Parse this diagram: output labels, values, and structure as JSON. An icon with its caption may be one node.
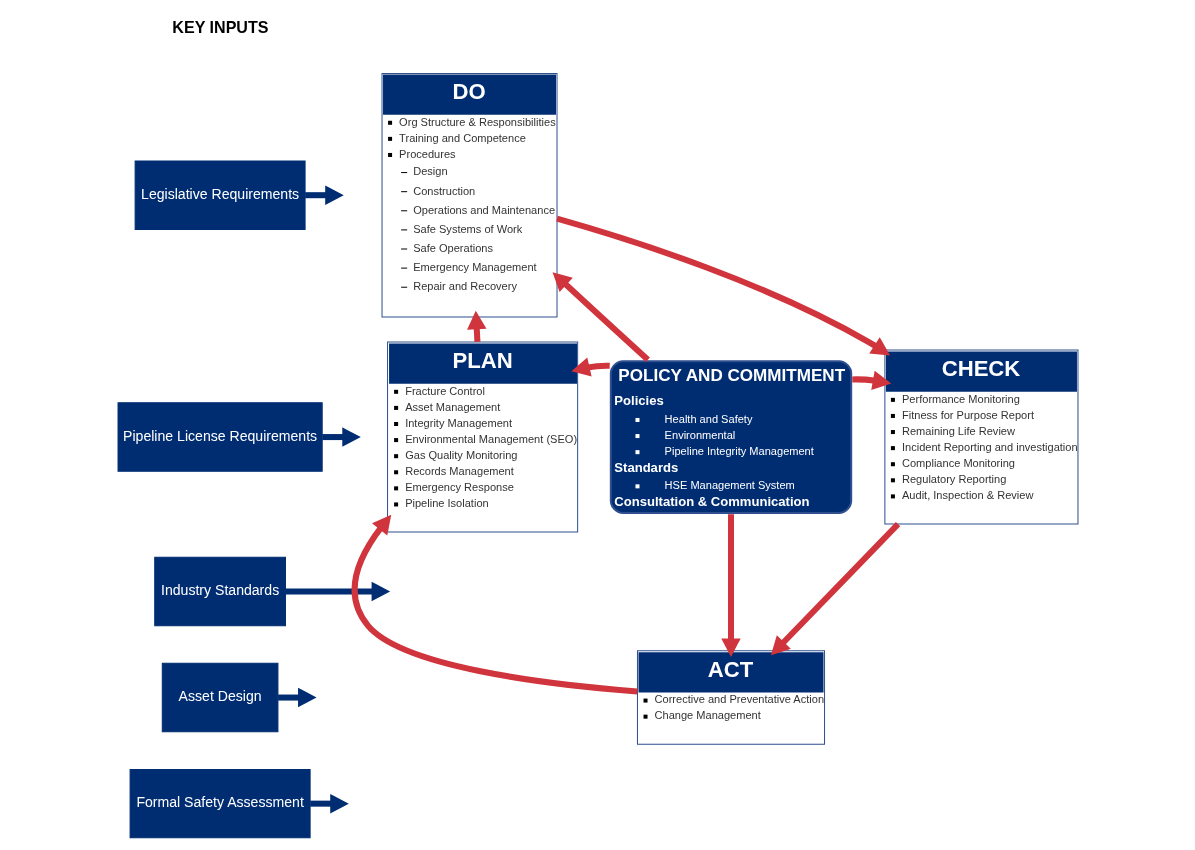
{
  "diagram": {
    "nodes": [
      {
        "text": [
          "Legislative Requirements"
        ]
      },
      {
        "text": [
          "Pipeline License Requirements"
        ]
      },
      {
        "text": [
          "Industry Standards"
        ]
      },
      {
        "text": [
          "Asset Design"
        ]
      },
      {
        "text": [
          "Formal Safety Assessment"
        ]
      },
      {
        "text": [
          "DO",
          "Org Structure & Responsibilities",
          "Training and Competence",
          "Procedures",
          "Design",
          "Construction",
          "Operations and Maintenance",
          "Safe Systems of Work",
          "Safe Operations",
          "Emergency Management",
          "Repair and Recovery"
        ]
      },
      {
        "text": [
          "PLAN",
          "Fracture Control",
          "Asset Management",
          "Integrity Management",
          "Environmental Management (SEO)",
          "Gas Quality Monitoring",
          "Records Management",
          "Emergency Response",
          "Pipeline Isolation"
        ]
      },
      {
        "text": [
          "POLICY AND COMMITMENT",
          "Policies",
          "Health and Safety",
          "Environmental",
          "Pipeline Integrity Management",
          "Standards",
          "HSE Management System",
          "Consultation & Communication"
        ]
      },
      {
        "text": [
          "CHECK",
          "Performance Monitoring",
          "Fitness for Purpose Report",
          "Remaining Life Review",
          "Incident Reporting and investigation",
          "Compliance Monitoring",
          "Regulatory Reporting",
          "Audit, Inspection & Review"
        ]
      },
      {
        "text": [
          "ACT",
          "Corrective and Preventative Action",
          "Change Management"
        ]
      }
    ],
    "edges": [
      {
        "from": 0,
        "to": null,
        "arrow": "to",
        "color": "#002d72"
      },
      {
        "from": 1,
        "to": null,
        "arrow": "to",
        "color": "#002d72"
      },
      {
        "from": 2,
        "to": null,
        "arrow": "to",
        "color": "#002d72"
      },
      {
        "from": 3,
        "to": null,
        "arrow": "to",
        "color": "#002d72"
      },
      {
        "from": 4,
        "to": null,
        "arrow": "to",
        "color": "#002d72"
      },
      {
        "from": 6,
        "to": 5,
        "arrow": "to"
      },
      {
        "from": 5,
        "to": 8,
        "arrow": "to"
      },
      {
        "from": 8,
        "to": 9,
        "arrow": "to"
      },
      {
        "from": 9,
        "to": 6,
        "arrow": "to"
      },
      {
        "from": 7,
        "to": 5,
        "arrow": "to"
      },
      {
        "from": 7,
        "to": 6,
        "arrow": "to"
      },
      {
        "from": 7,
        "to": 8,
        "arrow": "to"
      },
      {
        "from": 7,
        "to": 9,
        "arrow": "to"
      }
    ],
    "labels": [
      "KEY INPUTS"
    ]
  }
}
